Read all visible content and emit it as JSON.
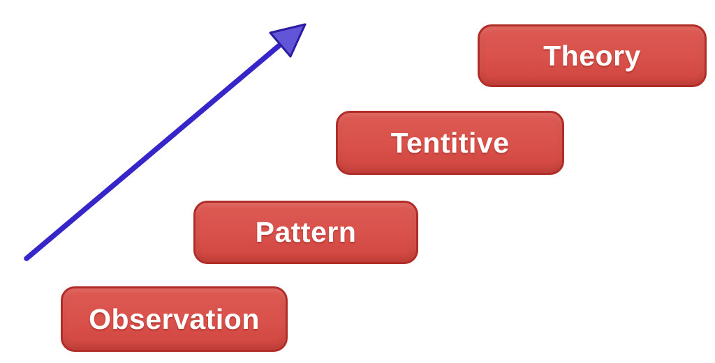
{
  "diagram": {
    "steps": [
      {
        "label": "Observation"
      },
      {
        "label": "Pattern"
      },
      {
        "label": "Tentitive"
      },
      {
        "label": "Theory"
      }
    ],
    "arrow": {
      "name": "upward-trend-arrow",
      "direction": "up-right"
    },
    "colors": {
      "background": "#ffffff",
      "box_fill": "#d9514b",
      "box_fill_light": "#dc5a53",
      "box_fill_dark": "#cf443e",
      "box_border": "#b12d28",
      "box_text": "#ffffff",
      "arrow_shaft": "#3626c9",
      "arrow_head_fill": "#6355d8",
      "arrow_head_border": "#2b1ca1"
    }
  }
}
